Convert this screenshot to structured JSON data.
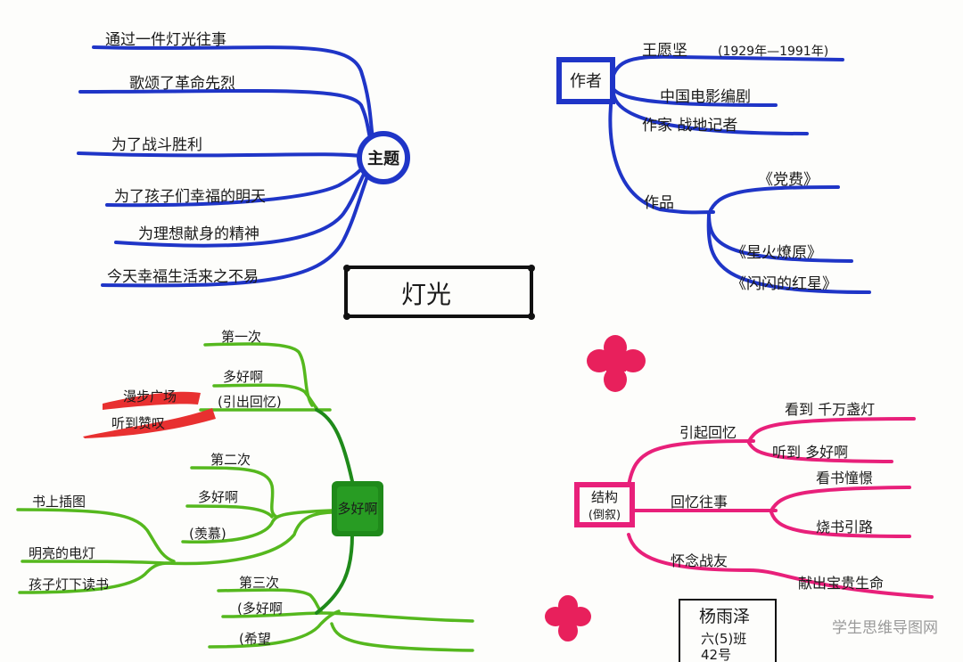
{
  "center": {
    "title": "灯光"
  },
  "colors": {
    "blue": "#1f35c7",
    "green": "#55b81e",
    "green_dark": "#1f8a1a",
    "pink": "#e8207a",
    "red": "#e83030",
    "black": "#111111"
  },
  "theme": {
    "label": "主题",
    "items": [
      "通过一件灯光往事",
      "歌颂了革命先烈",
      "为了战斗胜利",
      "为了孩子们幸福的明天",
      "为理想献身的精神",
      "今天幸福生活来之不易"
    ]
  },
  "author": {
    "label": "作者",
    "name": "王愿坚",
    "years": "(1929年—1991年)",
    "roles": [
      "中国电影编剧",
      "作家    战地记者"
    ],
    "works_label": "作品",
    "works": [
      "《党费》",
      "《星火燎原》",
      "《闪闪的红星》"
    ]
  },
  "duohaoa": {
    "label": "多好啊",
    "first": {
      "label": "第一次",
      "items": [
        "多好啊",
        "(引出回忆)"
      ],
      "scene": [
        "漫步广场",
        "听到赞叹"
      ]
    },
    "second": {
      "label": "第二次",
      "items": [
        "多好啊",
        "(羡慕)"
      ],
      "scene": [
        "书上插图",
        "明亮的电灯",
        "孩子灯下读书"
      ]
    },
    "third": {
      "label": "第三次",
      "items": [
        "(多好啊",
        "(希望"
      ]
    }
  },
  "structure": {
    "label": [
      "结构",
      "(倒叙)"
    ],
    "branches": [
      {
        "label": "引起回忆",
        "items": [
          "看到    千万盏灯",
          "听到    多好啊"
        ]
      },
      {
        "label": "回忆往事",
        "items": [
          "看书憧憬",
          "烧书引路"
        ]
      },
      {
        "label": "怀念战友",
        "items": [
          "献出宝贵生命"
        ]
      }
    ]
  },
  "signature": {
    "name": "杨雨泽",
    "class": "六(5)班",
    "number": "42号"
  },
  "watermark": "学生思维导图网"
}
